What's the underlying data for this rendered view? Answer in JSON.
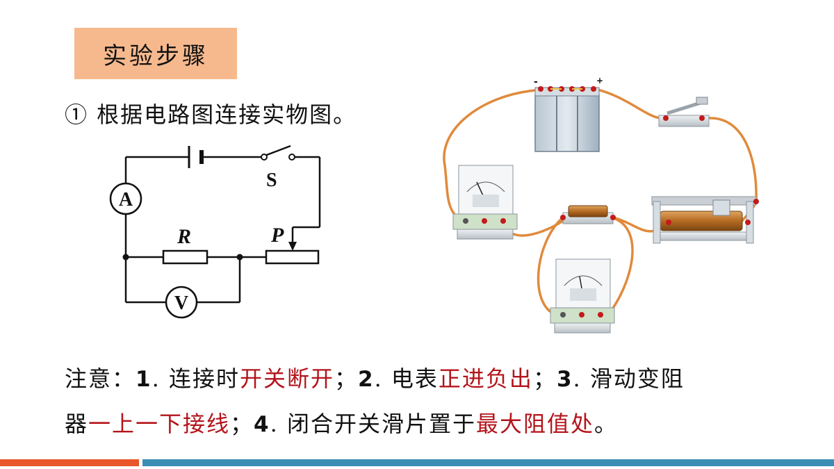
{
  "title": "实验步骤",
  "step1": "① 根据电路图连接实物图。",
  "schematic": {
    "labels": {
      "ammeter": "A",
      "voltmeter": "V",
      "switch": "S",
      "resistor": "R",
      "slider": "P"
    }
  },
  "notes": {
    "prefix": "注意：",
    "n1": "1",
    "t1a": ". 连接时",
    "t1b": "开关断开",
    "sep1": "；",
    "n2": "2",
    "t2a": ". 电表",
    "t2b": "正进负出",
    "sep2": "；",
    "n3": "3",
    "t3a": ". 滑动变阻",
    "t3c": "器",
    "t3b": "一上一下接线",
    "sep3": "；",
    "n4": "4",
    "t4a": ". 闭合开关滑片置于",
    "t4b": "最大阻值处",
    "end": "。"
  },
  "colors": {
    "title_bg": "#f6b98d",
    "highlight": "#b3141b",
    "bar_left": "#e8572a",
    "bar_right": "#3a8db3",
    "wire": "#e08a3c"
  }
}
